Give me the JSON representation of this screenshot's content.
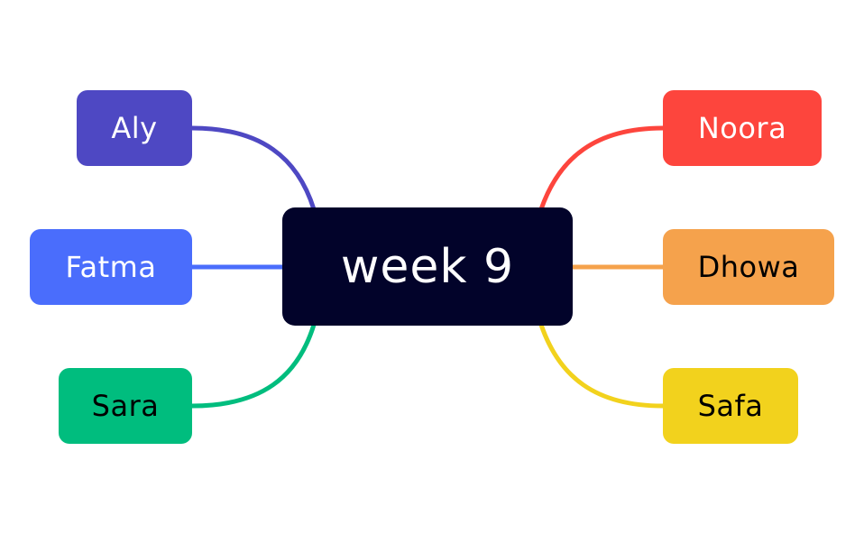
{
  "center": {
    "label": "week 9",
    "color": "#02032a",
    "text_color": "#ffffff"
  },
  "branches": [
    {
      "id": "aly",
      "label": "Aly",
      "color": "#4e48c3",
      "text_color": "#ffffff",
      "side": "left"
    },
    {
      "id": "fatma",
      "label": "Fatma",
      "color": "#4a6dfc",
      "text_color": "#ffffff",
      "side": "left"
    },
    {
      "id": "sara",
      "label": "Sara",
      "color": "#00bd7e",
      "text_color": "#000000",
      "side": "left"
    },
    {
      "id": "noora",
      "label": "Noora",
      "color": "#fd453d",
      "text_color": "#ffffff",
      "side": "right"
    },
    {
      "id": "dhowa",
      "label": "Dhowa",
      "color": "#f5a24c",
      "text_color": "#000000",
      "side": "right"
    },
    {
      "id": "safa",
      "label": "Safa",
      "color": "#f2d21d",
      "text_color": "#000000",
      "side": "right"
    }
  ]
}
